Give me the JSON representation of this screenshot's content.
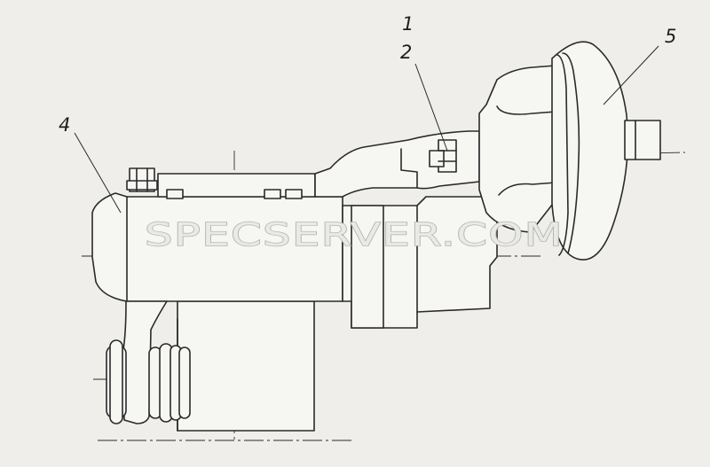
{
  "drawing": {
    "callouts": [
      {
        "id": "1",
        "label": "1"
      },
      {
        "id": "2",
        "label": "2"
      },
      {
        "id": "4",
        "label": "4"
      },
      {
        "id": "5",
        "label": "5"
      }
    ],
    "watermark": "SPECSERVER.COM"
  },
  "colors": {
    "background": "#efeeeb",
    "ink": "#2a2a2a",
    "watermark_outline": "#b4b4b0"
  }
}
